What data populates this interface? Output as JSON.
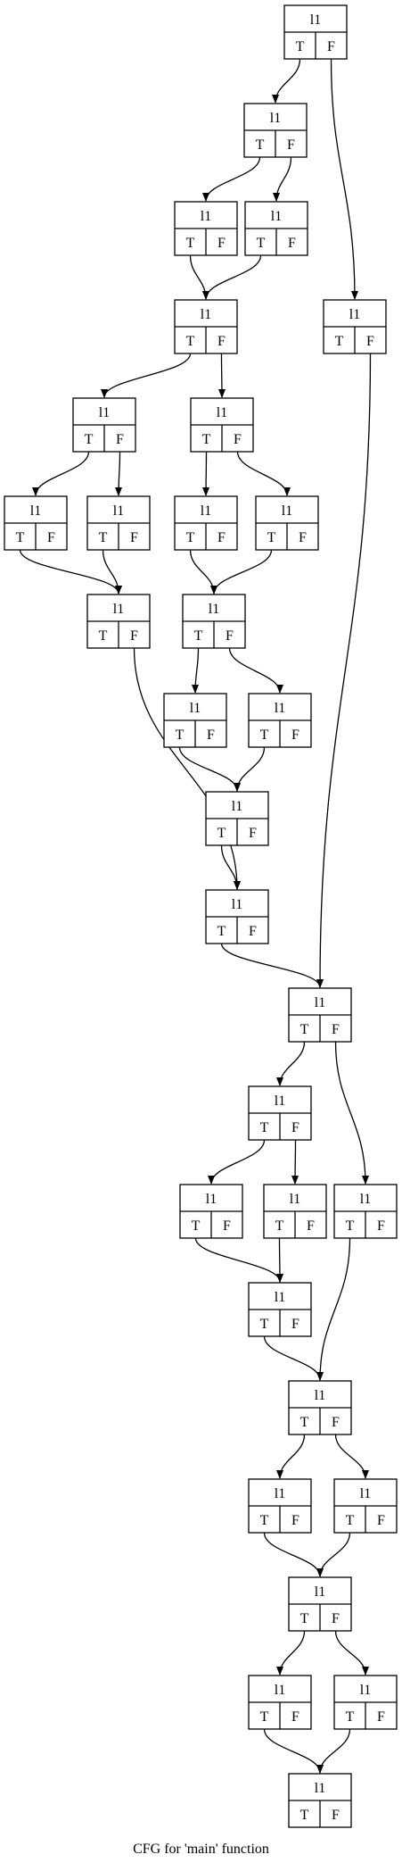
{
  "diagram": {
    "caption": "CFG for 'main' function",
    "node_label": "l1",
    "true_label": "T",
    "false_label": "F",
    "nodes": [
      {
        "id": "n0"
      },
      {
        "id": "n1"
      },
      {
        "id": "n2"
      },
      {
        "id": "n3"
      },
      {
        "id": "n4"
      },
      {
        "id": "n5"
      },
      {
        "id": "n6"
      },
      {
        "id": "n7"
      },
      {
        "id": "n8"
      },
      {
        "id": "n9"
      },
      {
        "id": "n10"
      },
      {
        "id": "n11"
      },
      {
        "id": "n12"
      },
      {
        "id": "n13"
      },
      {
        "id": "n14"
      },
      {
        "id": "n15"
      },
      {
        "id": "n16"
      },
      {
        "id": "n17"
      },
      {
        "id": "n18"
      },
      {
        "id": "n19"
      },
      {
        "id": "n20"
      },
      {
        "id": "n21"
      },
      {
        "id": "n22"
      },
      {
        "id": "n23"
      },
      {
        "id": "n24"
      },
      {
        "id": "n25"
      },
      {
        "id": "n26"
      },
      {
        "id": "n27"
      },
      {
        "id": "n28"
      },
      {
        "id": "n29"
      }
    ],
    "edges": [
      {
        "from": "n0",
        "port": "T",
        "to": "n1"
      },
      {
        "from": "n0",
        "port": "F",
        "to": "n4"
      },
      {
        "from": "n1",
        "port": "T",
        "to": "n2"
      },
      {
        "from": "n1",
        "port": "F",
        "to": "n3"
      },
      {
        "from": "n2",
        "port": "T",
        "to": "n5"
      },
      {
        "from": "n3",
        "port": "T",
        "to": "n5"
      },
      {
        "from": "n5",
        "port": "T",
        "to": "n6"
      },
      {
        "from": "n5",
        "port": "F",
        "to": "n7"
      },
      {
        "from": "n6",
        "port": "T",
        "to": "n8"
      },
      {
        "from": "n6",
        "port": "F",
        "to": "n9"
      },
      {
        "from": "n7",
        "port": "T",
        "to": "n10"
      },
      {
        "from": "n7",
        "port": "F",
        "to": "n11"
      },
      {
        "from": "n8",
        "port": "T",
        "to": "n12"
      },
      {
        "from": "n9",
        "port": "T",
        "to": "n12"
      },
      {
        "from": "n10",
        "port": "T",
        "to": "n13"
      },
      {
        "from": "n11",
        "port": "T",
        "to": "n13"
      },
      {
        "from": "n13",
        "port": "T",
        "to": "n14"
      },
      {
        "from": "n13",
        "port": "F",
        "to": "n15"
      },
      {
        "from": "n14",
        "port": "T",
        "to": "n16"
      },
      {
        "from": "n15",
        "port": "T",
        "to": "n16"
      },
      {
        "from": "n12",
        "port": "F",
        "to": "n17"
      },
      {
        "from": "n16",
        "port": "T",
        "to": "n17"
      },
      {
        "from": "n17",
        "port": "T",
        "to": "n18"
      },
      {
        "from": "n4",
        "port": "F",
        "to": "n18"
      },
      {
        "from": "n18",
        "port": "T",
        "to": "n19"
      },
      {
        "from": "n18",
        "port": "F",
        "to": "n20"
      },
      {
        "from": "n19",
        "port": "T",
        "to": "n21"
      },
      {
        "from": "n19",
        "port": "F",
        "to": "n22"
      },
      {
        "from": "n21",
        "port": "T",
        "to": "n23"
      },
      {
        "from": "n22",
        "port": "T",
        "to": "n23"
      },
      {
        "from": "n23",
        "port": "T",
        "to": "n24"
      },
      {
        "from": "n20",
        "port": "T",
        "to": "n24"
      },
      {
        "from": "n24",
        "port": "T",
        "to": "n25"
      },
      {
        "from": "n24",
        "port": "F",
        "to": "n26"
      },
      {
        "from": "n25",
        "port": "T",
        "to": "n27"
      },
      {
        "from": "n26",
        "port": "T",
        "to": "n27"
      },
      {
        "from": "n27",
        "port": "T",
        "to": "n28"
      },
      {
        "from": "n27",
        "port": "F",
        "to": "n29"
      },
      {
        "from": "n28",
        "port": "T",
        "to": "n30"
      },
      {
        "from": "n29",
        "port": "T",
        "to": "n30"
      }
    ]
  }
}
